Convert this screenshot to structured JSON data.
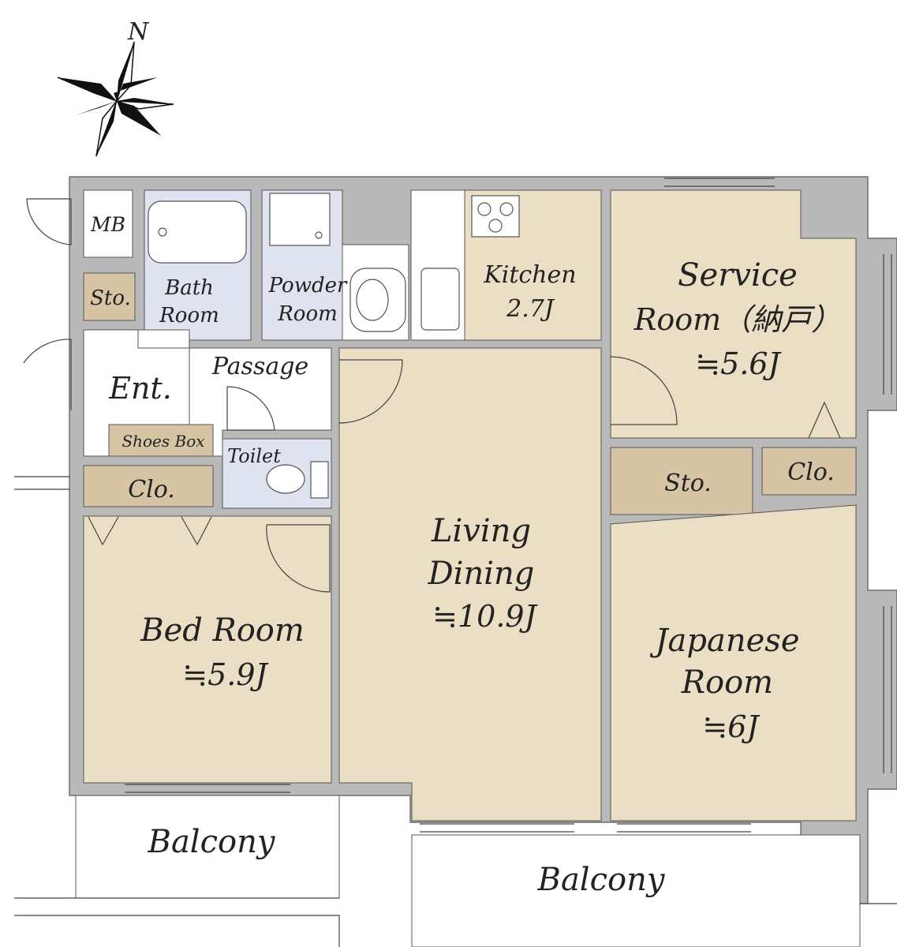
{
  "compass": {
    "label": "N"
  },
  "rooms": {
    "mb": "MB",
    "bath": [
      "Bath",
      "Room"
    ],
    "powder": [
      "Powder",
      "Room"
    ],
    "kitchen": [
      "Kitchen",
      "2.7J"
    ],
    "service": [
      "Service",
      "Room（納戸）",
      "≒5.6J"
    ],
    "sto_left": "Sto.",
    "entrance": "Ent.",
    "passage": "Passage",
    "shoes_box": "Shoes Box",
    "toilet": "Toilet",
    "clo_left": "Clo.",
    "living": [
      "Living",
      "Dining",
      "≒10.9J"
    ],
    "sto_right": "Sto.",
    "clo_right": "Clo.",
    "bedroom": [
      "Bed Room",
      "≒5.9J"
    ],
    "japanese": [
      "Japanese",
      "Room",
      "≒6J"
    ],
    "balcony_left": "Balcony",
    "balcony_right": "Balcony"
  }
}
